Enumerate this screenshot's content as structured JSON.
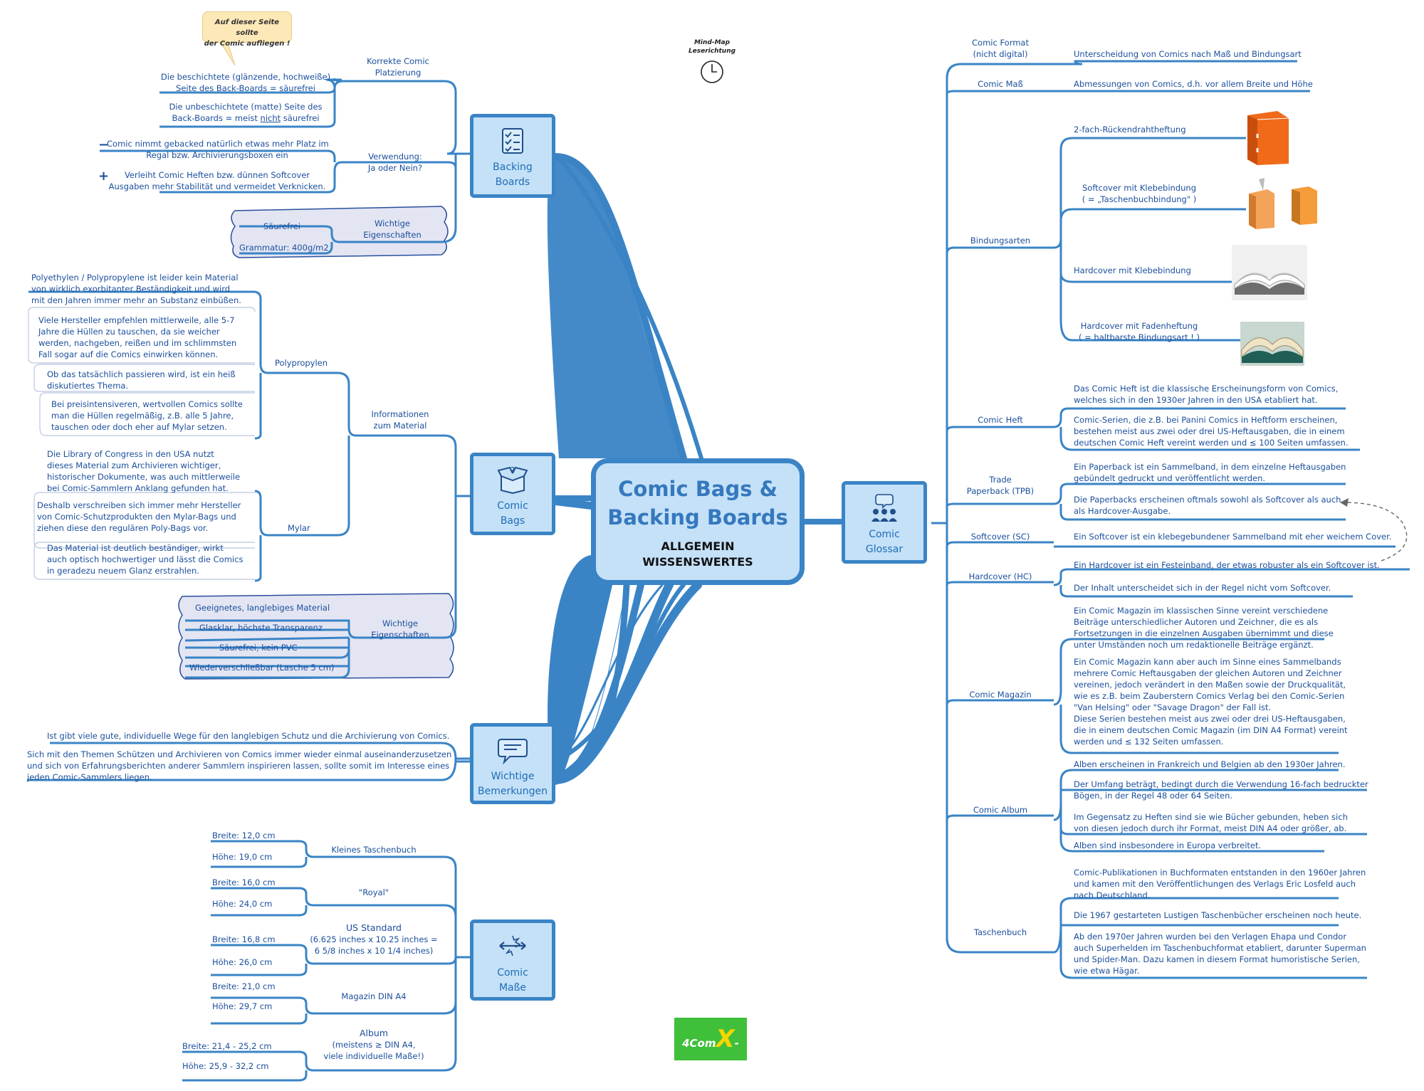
{
  "central": {
    "title_line1": "Comic Bags &",
    "title_line2": "Backing Boards",
    "sub_line1": "ALLGEMEIN",
    "sub_line2": "WISSENSWERTES"
  },
  "mindmap_note": {
    "line1": "Mind-Map",
    "line2": "Leserichtung"
  },
  "callout": {
    "line1": "Auf dieser Seite sollte",
    "line2": "der Comic aufliegen !"
  },
  "logo": {
    "part1": "4Com",
    "part2": "X",
    "part3": "-Fans"
  },
  "hubs": {
    "backing_boards": {
      "line1": "Backing",
      "line2": "Boards",
      "icon": "checklist-icon"
    },
    "comic_bags": {
      "line1": "Comic",
      "line2": "Bags",
      "icon": "box-icon"
    },
    "bemerkungen": {
      "line1": "Wichtige",
      "line2": "Bemerkungen",
      "icon": "speech-bubble-icon"
    },
    "comic_masse": {
      "line1": "Comic",
      "line2": "Maße",
      "icon": "measure-arrows-icon"
    },
    "glossar": {
      "line1": "Comic",
      "line2": "Glossar",
      "icon": "people-icon"
    }
  },
  "backing": {
    "korrekte": {
      "line1": "Korrekte Comic",
      "line2": "Platzierung"
    },
    "besch1": "Die beschichtete (glänzende, hochweiße)",
    "besch2": "Seite des Back-Boards = säurefrei",
    "unbesch1": "Die unbeschichtete (matte) Seite des",
    "unbesch2a": "Back-Boards = meist ",
    "unbesch2b": "nicht",
    "unbesch2c": " säurefrei",
    "verwendung": {
      "line1": "Verwendung:",
      "line2": "Ja oder Nein?"
    },
    "minus_sign": "−",
    "minus1": "Comic nimmt gebacked natürlich etwas mehr Platz im",
    "minus2": "Regal bzw. Archivierungsboxen ein",
    "plus_sign": "+",
    "plus1": "Verleiht Comic Heften bzw. dünnen Softcover",
    "plus2": "Ausgaben mehr Stabilität und vermeidet Verknicken.",
    "eig": {
      "line1": "Wichtige",
      "line2": "Eigenschaften"
    },
    "saeurefrei": "Säurefrei",
    "grammatur": "Grammatur: 400g/m2"
  },
  "bags": {
    "intro1": "Polyethylen / Polypropylene ist leider kein Material",
    "intro2": "von wirklich exorbitanter Beständigkeit und wird",
    "intro3": "mit den Jahren immer mehr an Substanz einbüßen.",
    "pp1": [
      "Viele Hersteller empfehlen mittlerweile, alle 5-7",
      "Jahre die Hüllen zu tauschen, da sie weicher",
      "werden, nachgeben, reißen und im schlimmsten",
      "Fall sogar auf die Comics einwirken können."
    ],
    "pp2": [
      "Ob das tatsächlich passieren wird, ist ein heiß",
      "diskutiertes Thema."
    ],
    "pp3": [
      "Bei preisintensiveren, wertvollen Comics sollte",
      "man die Hüllen regelmäßig, z.B. alle 5 Jahre,",
      "tauschen oder doch eher auf Mylar setzen."
    ],
    "polypropylen": "Polypropylen",
    "info": {
      "line1": "Informationen",
      "line2": "zum Material"
    },
    "my1": [
      "Die Library of Congress in den USA nutzt",
      "dieses Material zum Archivieren wichtiger,",
      "historischer Dokumente, was auch mittlerweile",
      "bei Comic-Sammlern Anklang gefunden hat."
    ],
    "my2": [
      "Deshalb verschreiben sich immer mehr Hersteller",
      "von Comic-Schutzprodukten den Mylar-Bags und",
      "ziehen diese den regulären Poly-Bags vor."
    ],
    "my3": [
      "Das Material ist deutlich beständiger, wirkt",
      "auch optisch hochwertiger und lässt die Comics",
      "in geradezu neuem Glanz erstrahlen."
    ],
    "mylar": "Mylar",
    "eig": {
      "line1": "Wichtige",
      "line2": "Eigenschaften"
    },
    "eig_items": [
      "Geeignetes, langlebiges Material",
      "Glasklar, höchste Transparenz",
      "Säurefrei, kein PVC",
      "Wiederverschließbar (Lasche 5 cm)"
    ]
  },
  "bemerkungen": {
    "b1": "Ist gibt viele gute, individuelle Wege für den langlebigen Schutz und die Archivierung von Comics.",
    "b2": [
      "Sich mit den Themen Schützen und Archivieren von Comics immer wieder einmal auseinanderzusetzen",
      "und sich von Erfahrungsberichten anderer Sammlern inspirieren lassen, sollte somit im Interesse eines",
      "jeden Comic-Sammlers liegen."
    ]
  },
  "masse": {
    "kt": {
      "label": "Kleines Taschenbuch",
      "breite": "Breite:  12,0 cm",
      "hoehe": "Höhe:  19,0 cm"
    },
    "royal": {
      "label": "\"Royal\"",
      "breite": "Breite:  16,0 cm",
      "hoehe": "Höhe:  24,0 cm"
    },
    "us": {
      "label": "US Standard",
      "sub1": "(6.625 inches x 10.25 inches =",
      "sub2": "6 5/8 inches x 10 1/4 inches)",
      "breite": "Breite:  16,8 cm",
      "hoehe": "Höhe:  26,0 cm"
    },
    "a4": {
      "label": "Magazin DIN A4",
      "breite": "Breite:  21,0 cm",
      "hoehe": "Höhe:  29,7 cm"
    },
    "album": {
      "label": "Album",
      "sub1": "(meistens ≥ DIN A4,",
      "sub2": "viele individuelle Maße!)",
      "breite": "Breite:  21,4 - 25,2 cm",
      "hoehe": "Höhe:  25,9 - 32,2 cm"
    }
  },
  "glossar": {
    "format": {
      "label": "Comic Format",
      "sub": "(nicht digital)",
      "text": "Unterscheidung von Comics nach Maß und Bindungsart"
    },
    "mass": {
      "label": "Comic Maß",
      "text": "Abmessungen von Comics, d.h. vor allem Breite und Höhe"
    },
    "bindung": {
      "label": "Bindungsarten",
      "r1": "2-fach-Rückendrahtheftung",
      "r2a": "Softcover mit Klebebindung",
      "r2b": "( = „Taschenbuchbindung\" )",
      "r3": "Hardcover mit Klebebindung",
      "r4a": "Hardcover mit Fadenheftung",
      "r4b": "( = haltbarste Bindungsart ! )"
    },
    "heft": {
      "label": "Comic Heft",
      "t1": [
        "Das Comic Heft ist die klassische Erscheinungsform von Comics,",
        "welches sich in den 1930er Jahren in den USA etabliert hat."
      ],
      "t2": [
        "Comic-Serien, die z.B. bei Panini Comics in Heftform erscheinen,",
        "bestehen meist aus zwei oder drei US-Heftausgaben, die in einem",
        "deutschen Comic Heft vereint werden und ≤ 100 Seiten umfassen."
      ]
    },
    "tpb": {
      "line1": "Trade",
      "line2": "Paperback (TPB)",
      "t1": [
        "Ein Paperback ist ein Sammelband, in dem einzelne Heftausgaben",
        "gebündelt gedruckt und veröffentlicht werden."
      ],
      "t2": [
        "Die Paperbacks erscheinen oftmals sowohl als Softcover als auch",
        "als Hardcover-Ausgabe."
      ]
    },
    "sc": {
      "label": "Softcover (SC)",
      "text": "Ein Softcover ist ein klebegebundener Sammelband mit eher weichem Cover."
    },
    "hc": {
      "label": "Hardcover (HC)",
      "t1": "Ein Hardcover ist ein Festeinband, der etwas robuster als ein Softcover ist.",
      "t2": "Der Inhalt unterscheidet sich in der Regel nicht vom Softcover."
    },
    "magazin": {
      "label": "Comic Magazin",
      "t1": [
        "Ein Comic Magazin im klassischen Sinne vereint verschiedene",
        "Beiträge unterschiedlicher Autoren und Zeichner, die es als",
        "Fortsetzungen in die einzelnen Ausgaben übernimmt und diese",
        "unter Umständen noch um redaktionelle Beiträge ergänzt."
      ],
      "t2": [
        "Ein Comic Magazin kann aber auch im Sinne eines Sammelbands",
        "mehrere Comic Heftausgaben der gleichen Autoren und Zeichner",
        "vereinen, jedoch verändert in den Maßen sowie der Druckqualität,",
        "wie es z.B. beim Zauberstern Comics Verlag bei den Comic-Serien",
        "\"Van Helsing\" oder \"Savage Dragon\" der Fall ist.",
        "Diese Serien bestehen meist aus zwei oder drei US-Heftausgaben,",
        "die in einem deutschen Comic Magazin (im DIN A4 Format) vereint",
        "werden und ≤ 132 Seiten umfassen."
      ]
    },
    "album": {
      "label": "Comic Album",
      "t1": "Alben erscheinen in Frankreich und Belgien ab den 1930er Jahren.",
      "t2": [
        "Der Umfang beträgt, bedingt durch die Verwendung 16-fach bedruckter",
        "Bögen, in der Regel 48 oder 64 Seiten."
      ],
      "t3": [
        "Im Gegensatz zu Heften sind sie wie Bücher gebunden, heben sich",
        "von diesen jedoch durch ihr Format, meist DIN A4 oder größer, ab."
      ],
      "t4": "Alben sind insbesondere in Europa verbreitet."
    },
    "tb": {
      "label": "Taschenbuch",
      "t1": [
        "Comic-Publikationen in Buchformaten entstanden in den 1960er Jahren",
        "und kamen mit den Veröffentlichungen des Verlags Eric Losfeld auch",
        "nach Deutschland."
      ],
      "t2": "Die 1967 gestarteten Lustigen Taschenbücher erscheinen noch heute.",
      "t3": [
        "Ab den 1970er Jahren wurden bei den Verlagen Ehapa und Condor",
        "auch Superhelden im Taschenbuchformat etabliert, darunter Superman",
        "und Spider-Man. Dazu kamen in diesem Format humoristische Serien,",
        "wie etwa Hägar."
      ]
    }
  },
  "colors": {
    "branch": "#3a84c6",
    "hub_fill": "#c4e1f8",
    "text": "#1b4f9c",
    "cloud": "#e3e5f3"
  }
}
